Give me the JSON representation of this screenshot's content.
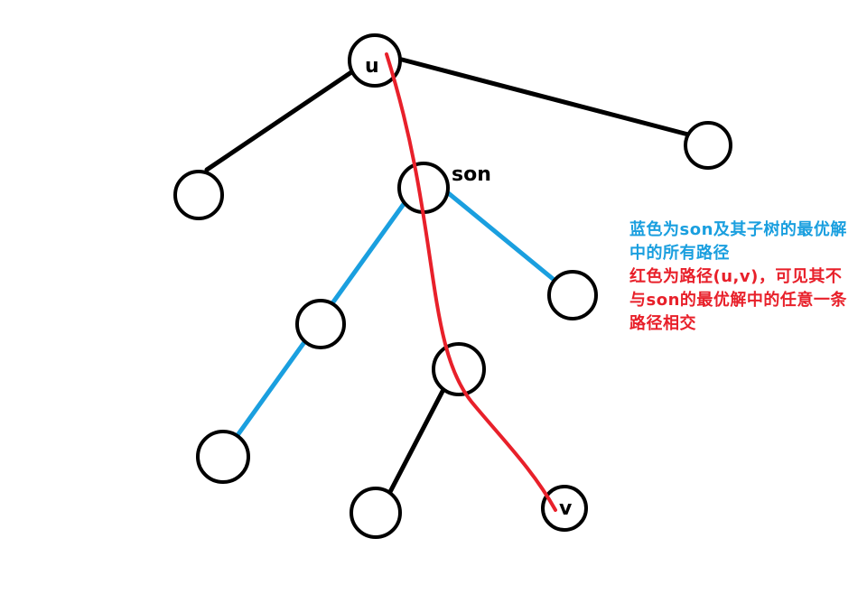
{
  "labels": {
    "root": "u",
    "child": "son",
    "target": "v"
  },
  "caption": {
    "blue": "蓝色为son及其子树的最优解中的所有路径",
    "red": "红色为路径(u,v)，可见其不与son的最优解中的任意一条路径相交"
  },
  "colors": {
    "blue": "#1a9fdf",
    "red": "#e8202a",
    "black": "#000000"
  }
}
